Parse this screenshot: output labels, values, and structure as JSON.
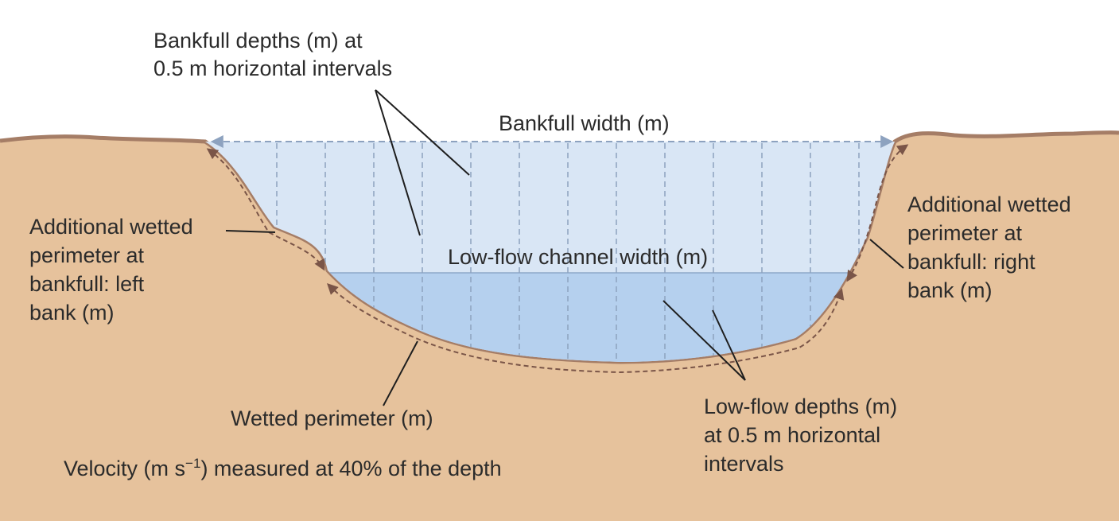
{
  "labels": {
    "bankfull_depths": [
      "Bankfull depths (m) at",
      "0.5 m horizontal intervals"
    ],
    "bankfull_width": "Bankfull width (m)",
    "low_flow_width": "Low-flow channel width (m)",
    "left_bank": [
      "Additional wetted",
      "perimeter at",
      "bankfull: left",
      "bank (m)"
    ],
    "right_bank": [
      "Additional wetted",
      "perimeter at",
      "bankfull: right",
      "bank (m)"
    ],
    "wetted_perimeter": "Wetted perimeter (m)",
    "low_flow_depths": [
      "Low-flow depths (m)",
      "at 0.5 m horizontal",
      "intervals"
    ],
    "velocity": [
      "Velocity (m s",
      "−1",
      ") measured at 40% of the depth"
    ]
  },
  "colors": {
    "ground": "#e6c29c",
    "ground_edge": "#a57d66",
    "bankfull_water": "#d9e6f5",
    "lowflow_water": "#b5d0ee",
    "measure_lines": "#8da2bf",
    "perimeter_arrows": "#7a5548",
    "leader_lines": "#1e1e1e"
  }
}
